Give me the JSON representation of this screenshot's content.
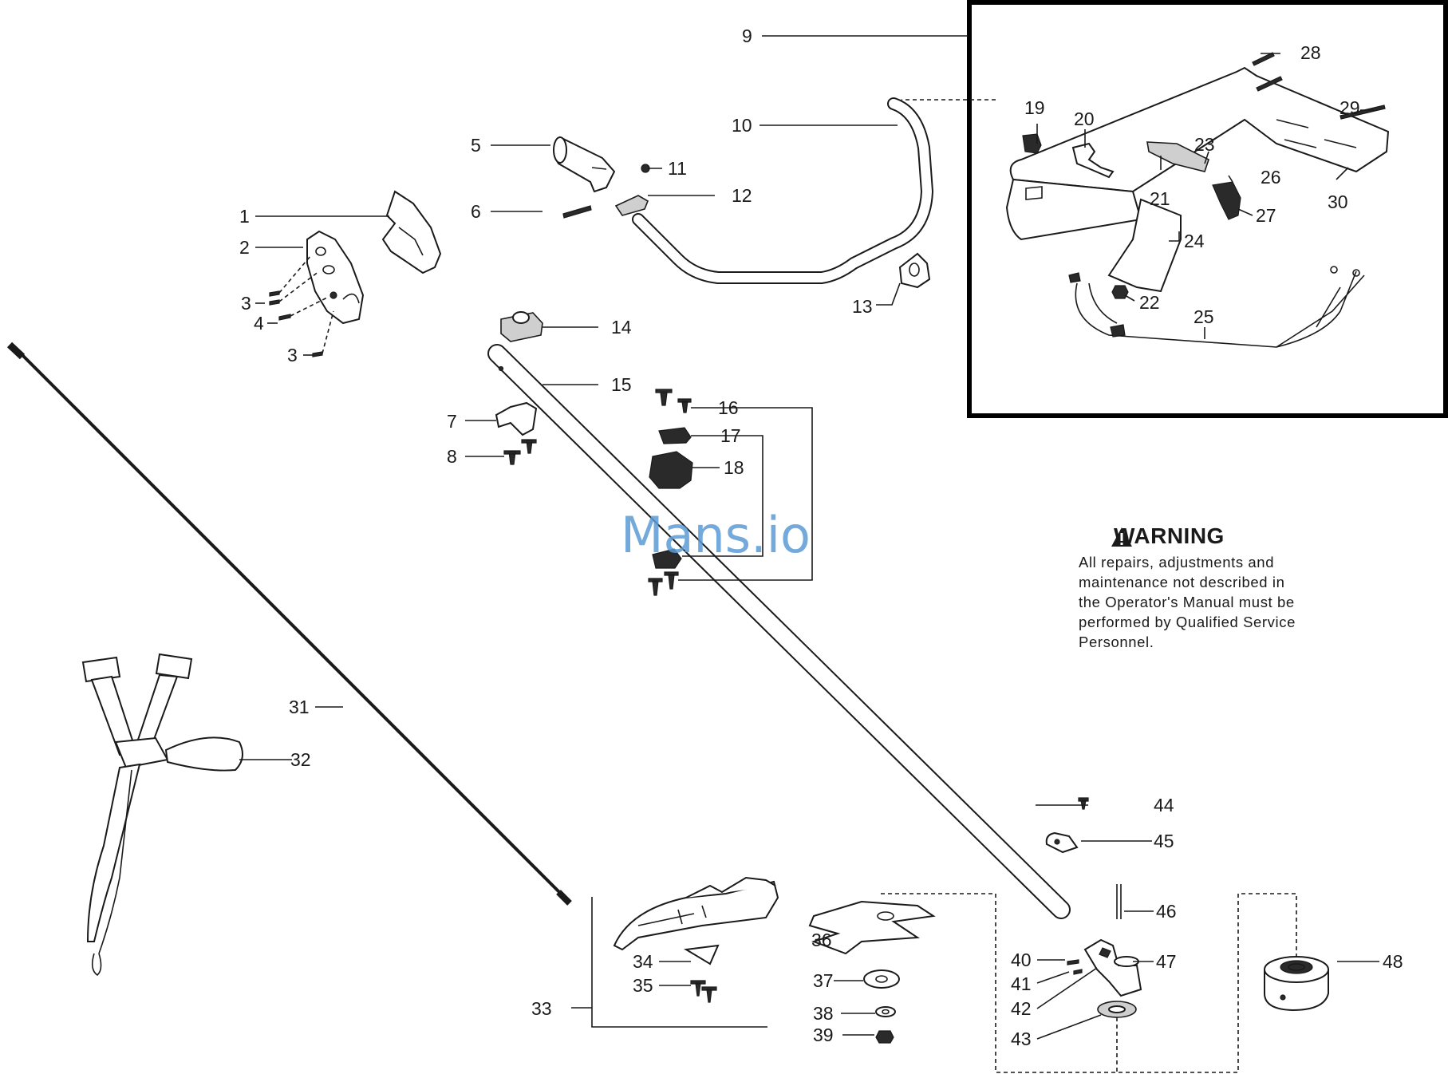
{
  "watermark": "Mans.io",
  "warning": {
    "title": "WARNING",
    "icon": "warning-triangle-icon",
    "lines": [
      "All repairs, adjustments and",
      "maintenance not described in",
      "the Operator's Manual must be",
      "performed by Qualified Service",
      "Personnel."
    ]
  },
  "callouts": [
    "1",
    "2",
    "3",
    "3",
    "4",
    "5",
    "6",
    "7",
    "8",
    "9",
    "10",
    "11",
    "12",
    "13",
    "14",
    "15",
    "16",
    "17",
    "18",
    "19",
    "20",
    "21",
    "22",
    "23",
    "24",
    "25",
    "26",
    "27",
    "28",
    "29",
    "30",
    "31",
    "32",
    "33",
    "34",
    "35",
    "36",
    "37",
    "38",
    "39",
    "40",
    "41",
    "42",
    "43",
    "44",
    "45",
    "46",
    "47",
    "48"
  ]
}
